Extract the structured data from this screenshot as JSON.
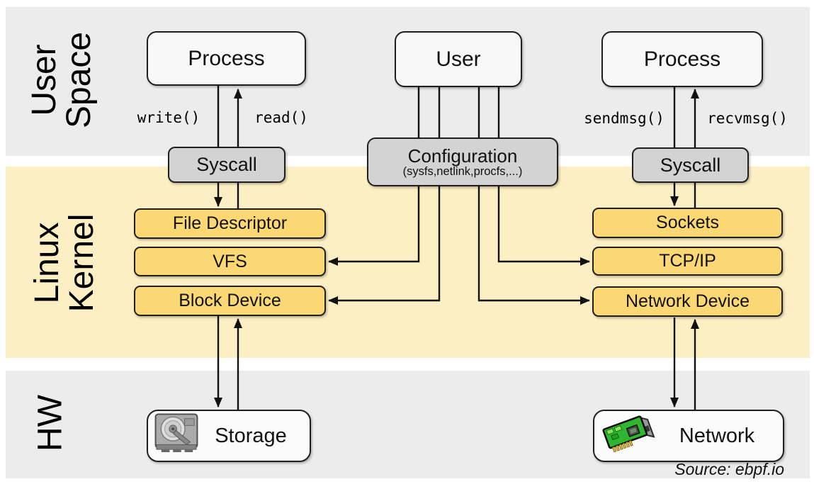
{
  "bands": {
    "user_space": {
      "line1": "User",
      "line2": "Space"
    },
    "linux_kernel": {
      "line1": "Linux",
      "line2": "Kernel"
    },
    "hw": {
      "label": "HW"
    }
  },
  "user_space": {
    "process_left": "Process",
    "user": "User",
    "process_right": "Process",
    "write_label": "write()",
    "read_label": "read()",
    "sendmsg_label": "sendmsg()",
    "recvmsg_label": "recvmsg()"
  },
  "gateway": {
    "syscall_left": "Syscall",
    "syscall_right": "Syscall",
    "configuration_title": "Configuration",
    "configuration_subtitle": "(sysfs,netlink,procfs,...)"
  },
  "kernel": {
    "file_descriptor": "File Descriptor",
    "vfs": "VFS",
    "block_device": "Block Device",
    "sockets": "Sockets",
    "tcp_ip": "TCP/IP",
    "network_device": "Network Device"
  },
  "hardware": {
    "storage": "Storage",
    "network": "Network"
  },
  "source_credit": "Source: ebpf.io",
  "icons": {
    "storage_icon": "hard-disk-drive",
    "network_icon": "network-interface-card"
  },
  "colors": {
    "band-gray": "#ececec",
    "band-yellow": "#fcefc3",
    "box-white": "#f8f8f8",
    "box-gray": "#d3d3d3",
    "box-yellow": "#fbd873",
    "border-dark": "#1f1f1f",
    "line-ink": "#111111",
    "nic-green": "#2fb52f"
  }
}
